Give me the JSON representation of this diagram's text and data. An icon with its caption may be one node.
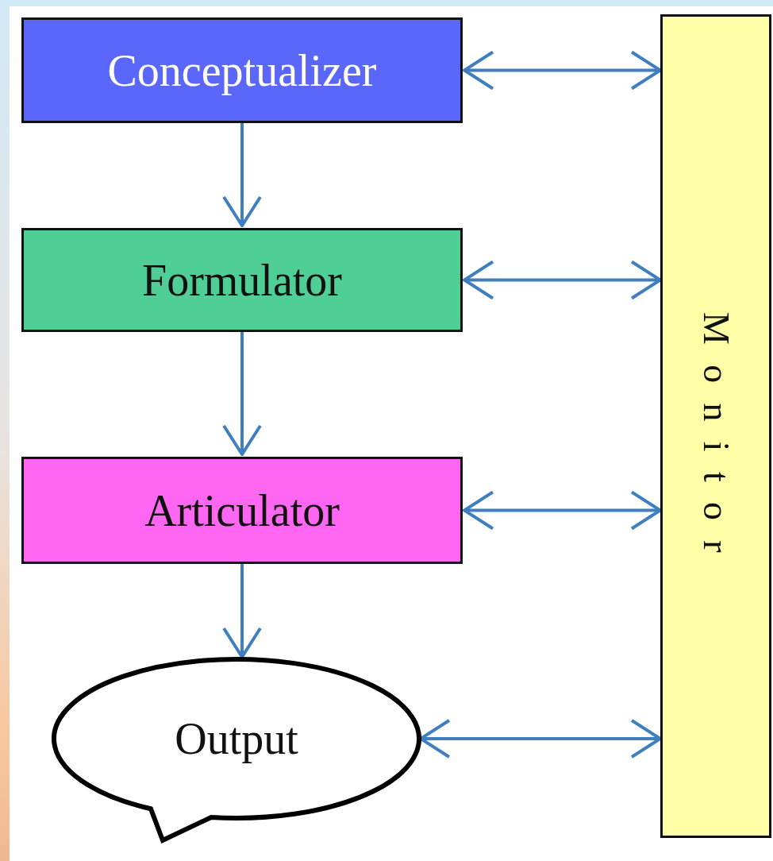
{
  "diagram": {
    "nodes": [
      {
        "text": [
          "Conceptualizer"
        ]
      },
      {
        "text": [
          "Formulator"
        ]
      },
      {
        "text": [
          "Articulator"
        ]
      },
      {
        "text": [
          "Output"
        ]
      },
      {
        "text": [
          "Monitor"
        ]
      }
    ],
    "edges": [
      {
        "from": 0,
        "to": 1,
        "arrow": "to"
      },
      {
        "from": 1,
        "to": 2,
        "arrow": "to"
      },
      {
        "from": 2,
        "to": 3,
        "arrow": "to"
      },
      {
        "from": 0,
        "to": 4,
        "arrow": "both"
      },
      {
        "from": 1,
        "to": 4,
        "arrow": "both"
      },
      {
        "from": 2,
        "to": 4,
        "arrow": "both"
      },
      {
        "from": 3,
        "to": 4,
        "arrow": "both"
      }
    ]
  }
}
